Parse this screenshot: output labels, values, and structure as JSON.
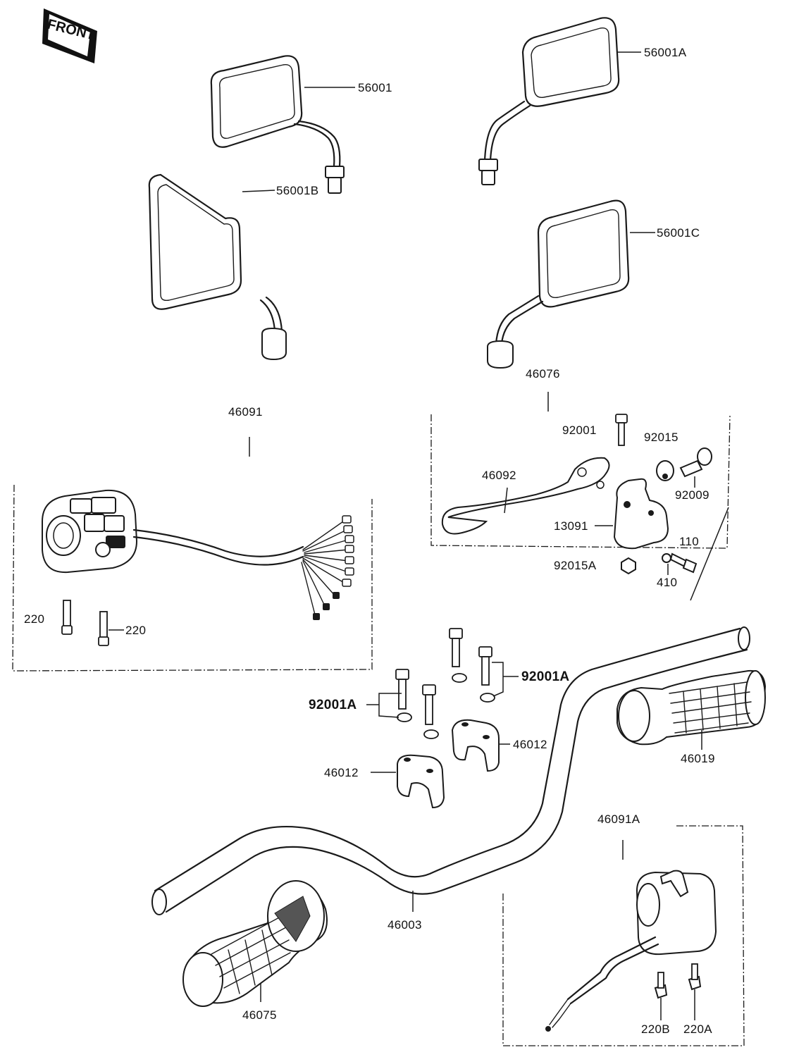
{
  "front_marker": "FRONT",
  "labels": {
    "p56001": "56001",
    "p56001A": "56001A",
    "p56001B": "56001B",
    "p56001C": "56001C",
    "p46076": "46076",
    "p46091": "46091",
    "p92001": "92001",
    "p92015": "92015",
    "p46092": "46092",
    "p92009": "92009",
    "p13091": "13091",
    "p110": "110",
    "p92015A": "92015A",
    "p410": "410",
    "p220a": "220",
    "p220b": "220",
    "p92001A_right": "92001A",
    "p92001A_left": "92001A",
    "p46012_right": "46012",
    "p46012_left": "46012",
    "p46019": "46019",
    "p46091A": "46091A",
    "p46003": "46003",
    "p46075": "46075",
    "p220B": "220B",
    "p220A": "220A"
  }
}
